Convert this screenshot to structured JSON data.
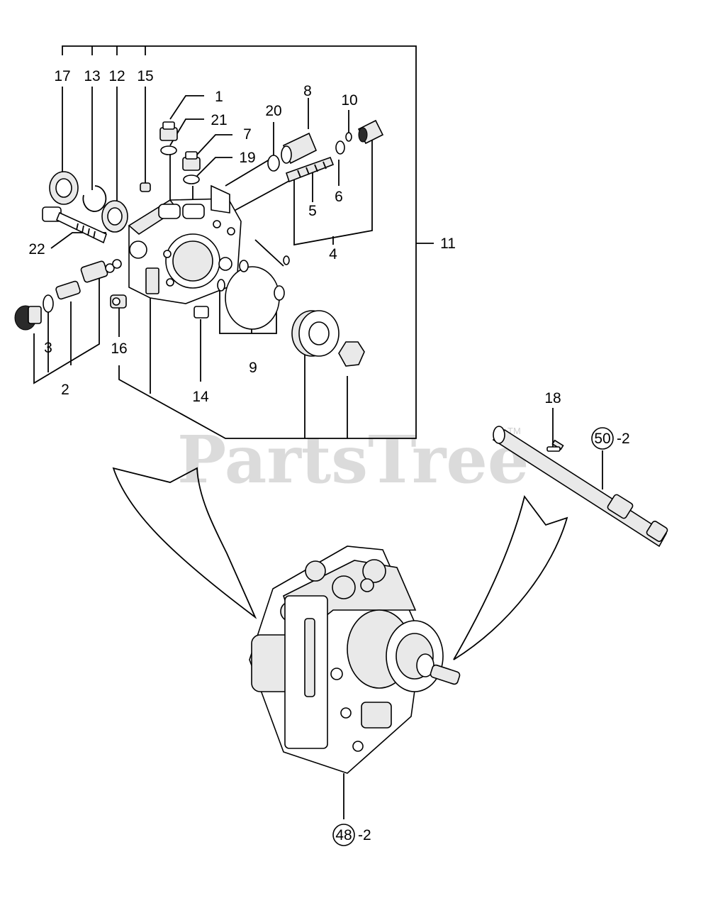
{
  "watermark": {
    "text": "PartsTree",
    "trademark": "TM"
  },
  "callouts": {
    "c1": "1",
    "c2": "2",
    "c3": "3",
    "c4": "4",
    "c5": "5",
    "c6": "6",
    "c7": "7",
    "c8": "8",
    "c9": "9",
    "c10": "10",
    "c11": "11",
    "c12": "12",
    "c13": "13",
    "c14": "14",
    "c15": "15",
    "c16": "16",
    "c17": "17",
    "c18": "18",
    "c19": "19",
    "c20": "20",
    "c21": "21",
    "c22": "22"
  },
  "references": [
    {
      "number": "50",
      "suffix": "-2"
    },
    {
      "number": "48",
      "suffix": "-2"
    }
  ]
}
